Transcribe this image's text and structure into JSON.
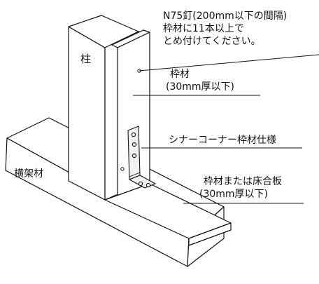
{
  "labels": {
    "pillar": "柱",
    "horizontal_member": "横架材",
    "nail_note_line1": "N75釘(200mm以下の間隔)",
    "nail_note_line2": "枠材に11本以上で",
    "nail_note_line3": "とめ付けてください。",
    "frame_label": "枠材",
    "frame_thickness": "(30mm厚以下)",
    "corner_spec": "シナーコーナー枠材仕様",
    "frame_or_floor_board": "枠材または床合板",
    "board_thickness": "(30mm厚以下)"
  },
  "colors": {
    "line": "#111111",
    "face": "#ffffff",
    "bracket_face": "#f2f2f2"
  }
}
